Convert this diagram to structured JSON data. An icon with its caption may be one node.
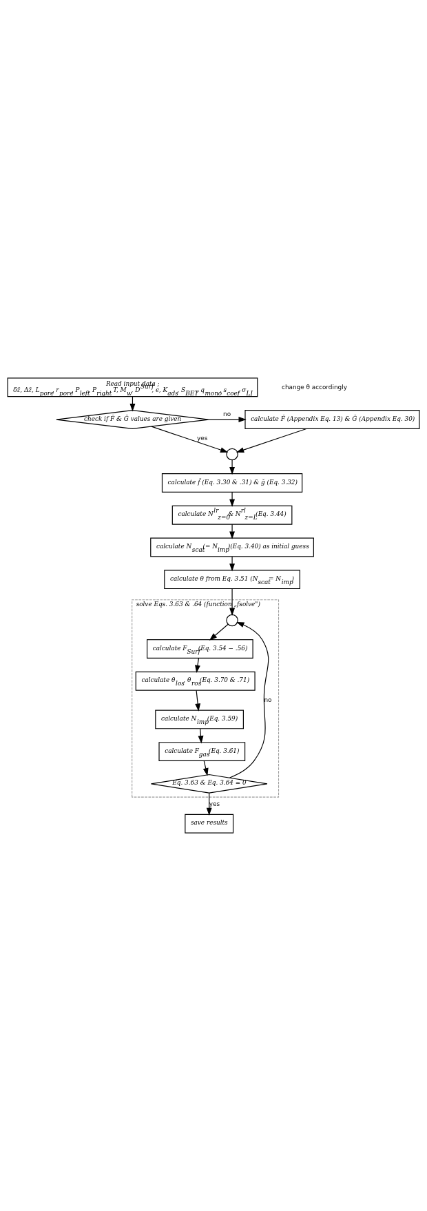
{
  "diagram": {
    "nodes": [
      {
        "text": [
          "Read input data ;",
          "δz̄, Δz̄, L$_{pore}$, r$_{pore}$, P$_{left}$, P$_{right}$, T, M$_{w}$, D$^{Surf}$, ϵ, K$_{ads}$, S$_{BET}$, q$_{mono}$, s$_{coef}$, σ$_{LJ}$"
        ]
      },
      {
        "text": [
          "check if F̆ & Ğ values are given"
        ]
      },
      {
        "text": [
          "calculate F̆ (Appendix Eq. 13) & Ğ (Appendix Eq. 30)"
        ]
      },
      {
        "text": [],
        "shape": "circle"
      },
      {
        "text": [
          "calculate f̆ (Eq. 3.30 & .31) & ğ (Eq. 3.32)"
        ]
      },
      {
        "text": [
          "calculate N$^{lr}$$_{z=0}$& N$^{rl}$$_{z=L}$(Eq. 3.44)"
        ]
      },
      {
        "text": [
          "calculate N$_{scat}$(= N$_{imp}$)(Eq. 3.40) as initial guess"
        ]
      },
      {
        "text": [
          "calculate θ from Eq. 3.51 (N$_{scat}$= N$_{imp}$)"
        ]
      },
      {
        "text": [
          "solve Eqs. 3.63 & .64 (function „fsolve\")"
        ]
      },
      {
        "text": [],
        "shape": "circle",
        "in": 8
      },
      {
        "text": [
          "calculate F$_{Surf}$(Eq. 3.54 − .56)"
        ],
        "in": 8
      },
      {
        "text": [
          "calculate θ$_{los}$, θ$_{ros}$(Eq. 3.70 & .71)"
        ],
        "in": 8
      },
      {
        "text": [
          "calculate N$_{imp}$(Eq. 3.59)"
        ],
        "in": 8
      },
      {
        "text": [
          "calculate F$_{gas}$(Eq. 3.61)"
        ],
        "in": 8
      },
      {
        "text": [
          "Eq. 3.63 & Eq. 3.64 ≃ 0"
        ],
        "in": 8
      },
      {
        "text": [
          "save results"
        ]
      }
    ],
    "edges": [
      {
        "from": 0,
        "to": 1,
        "arrow": "to"
      },
      {
        "from": 1,
        "to": 2,
        "arrow": "to",
        "label": "no"
      },
      {
        "from": 1,
        "to": 3,
        "arrow": "to",
        "label": "yes"
      },
      {
        "from": 2,
        "to": 3,
        "arrow": "to"
      },
      {
        "from": 3,
        "to": 4,
        "arrow": "to"
      },
      {
        "from": 4,
        "to": 5,
        "arrow": "to"
      },
      {
        "from": 5,
        "to": 6,
        "arrow": "to"
      },
      {
        "from": 6,
        "to": 7,
        "arrow": "to"
      },
      {
        "from": 7,
        "to": 9,
        "arrow": "to"
      },
      {
        "from": 9,
        "to": 10,
        "arrow": "to"
      },
      {
        "from": 10,
        "to": 11,
        "arrow": "to"
      },
      {
        "from": 11,
        "to": 12,
        "arrow": "to"
      },
      {
        "from": 12,
        "to": 13,
        "arrow": "to"
      },
      {
        "from": 13,
        "to": 14,
        "arrow": "to"
      },
      {
        "from": 14,
        "to": 9,
        "arrow": "to",
        "label": "no"
      },
      {
        "from": 14,
        "to": 15,
        "arrow": "to",
        "label": "yes"
      }
    ],
    "labels": [
      "change θ accordingly"
    ]
  }
}
